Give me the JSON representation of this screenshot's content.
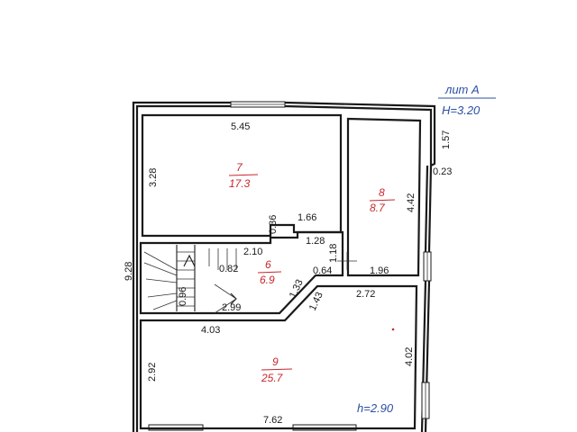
{
  "building": {
    "liter": "лит А",
    "height_top": "H=3.20",
    "height_bottom": "h=2.90"
  },
  "overall": {
    "left_height": "9.28"
  },
  "rooms": [
    {
      "number": "7",
      "area": "17.3"
    },
    {
      "number": "8",
      "area": "8.7"
    },
    {
      "number": "6",
      "area": "6.9"
    },
    {
      "number": "9",
      "area": "25.7"
    }
  ],
  "dimensions": {
    "room7_width": "5.45",
    "room7_height": "3.28",
    "room7_bottom": "1.66",
    "step_036": "0.36",
    "step_210": "2.10",
    "room8_height": "4.42",
    "room8_right_top": "1.57",
    "room8_right_offset": "0.23",
    "room8_bottom": "1.96",
    "corridor_128": "1.28",
    "corridor_118": "1.18",
    "corridor_064": "0.64",
    "corridor_133": "1.33",
    "corridor_143": "1.43",
    "stair_082": "0.82",
    "stair_096": "0.96",
    "stair_299": "2.99",
    "room9_top_left": "4.03",
    "room9_top_right": "2.72",
    "room9_left": "2.92",
    "room9_right": "4.02",
    "room9_bottom": "7.62"
  },
  "colors": {
    "ink": "#1a1a1a",
    "red": "#c8262b",
    "blue": "#2b4fa3"
  }
}
